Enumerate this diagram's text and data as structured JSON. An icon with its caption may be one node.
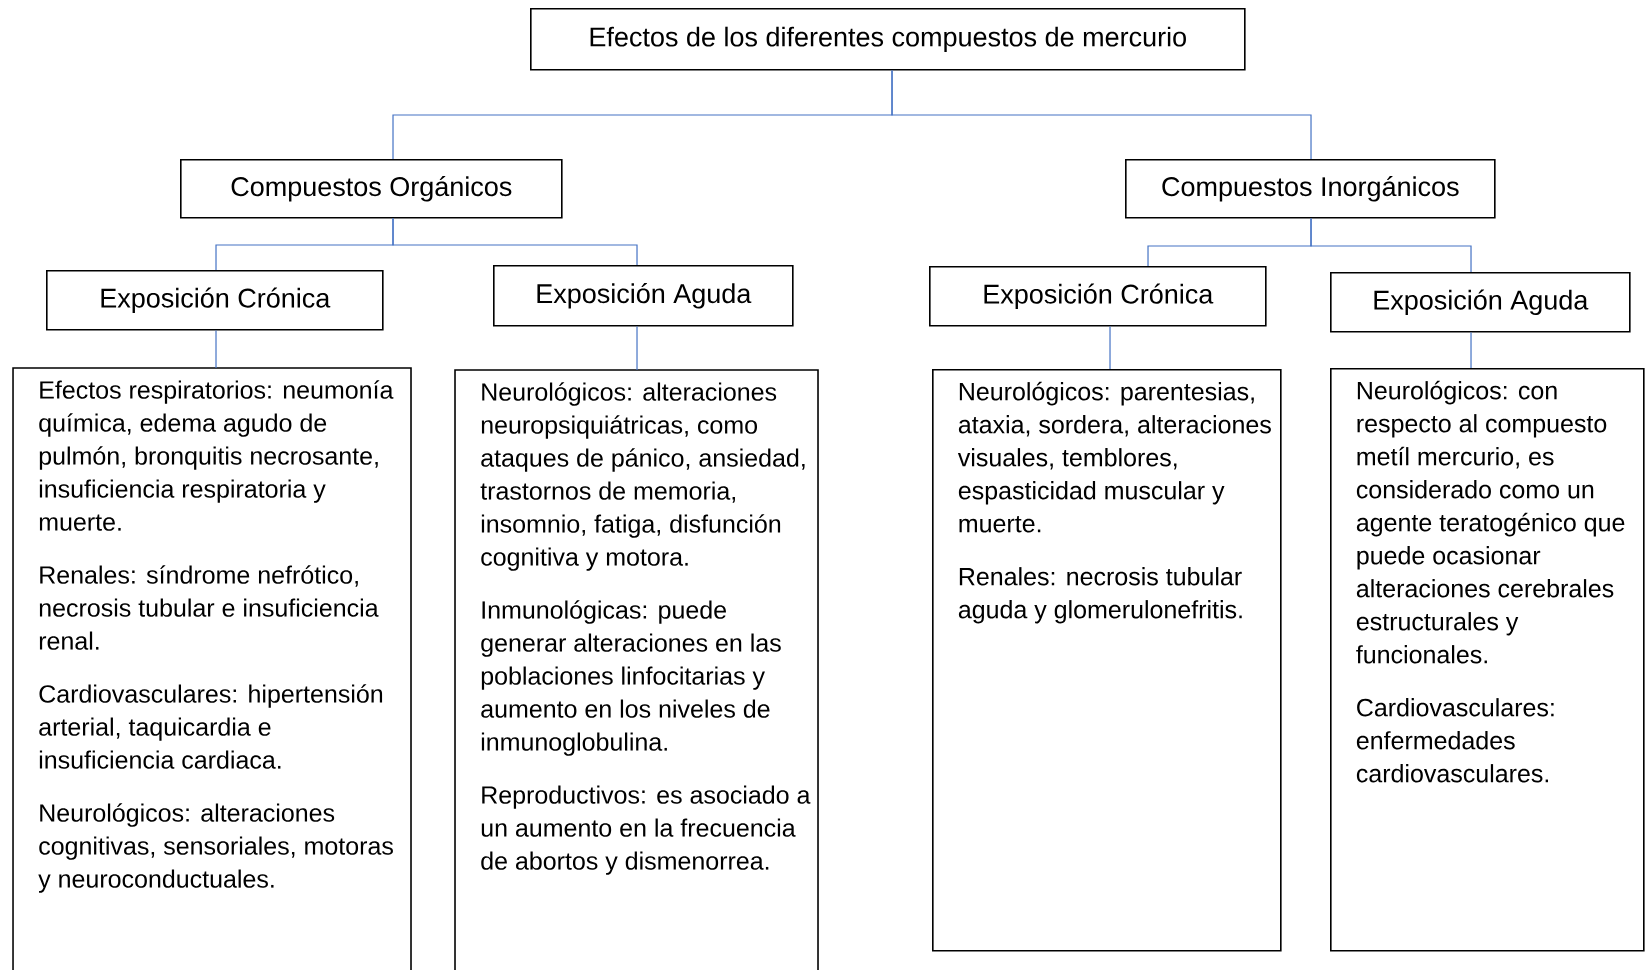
{
  "diagram": {
    "nodes": [
      {
        "text": [
          "Efectos de los diferentes compuestos de mercurio"
        ]
      },
      {
        "text": [
          "Compuestos Orgánicos"
        ]
      },
      {
        "text": [
          "Exposición Crónica"
        ]
      },
      {
        "text": [
          "Exposición Aguda"
        ]
      },
      {
        "text": [
          "Compuestos Inorgánicos"
        ]
      },
      {
        "text": [
          "Exposición Crónica"
        ]
      },
      {
        "text": [
          "Exposición Aguda"
        ]
      },
      {
        "text": [
          "Efectos respiratorios: neumonía química, edema agudo de pulmón, bronquitis necrosante, insuficiencia respiratoria y muerte.",
          "Renales: síndrome nefrótico, necrosis tubular e insuficiencia renal.",
          "Cardiovasculares: hipertensión arterial, taquicardia e insuficiencia cardiaca.",
          "Neurológicos: alteraciones cognitivas, sensoriales, motoras y neuroconductuales."
        ]
      },
      {
        "text": [
          "Neurológicos: alteraciones neuropsiquiátricas, como ataques de pánico, ansiedad, trastornos de memoria, insomnio, fatiga, disfunción cognitiva y motora.",
          "Inmunológicas: puede generar alteraciones en las poblaciones linfocitarias y aumento en los niveles de inmunoglobulina.",
          "Reproductivos: es asociado a un aumento en la frecuencia de abortos y dismenorrea."
        ]
      },
      {
        "text": [
          "Neurológicos: parentesias, ataxia, sordera, alteraciones visuales, temblores, espasticidad muscular y muerte.",
          "Renales: necrosis tubular aguda y glomerulonefritis."
        ]
      },
      {
        "text": [
          "Neurológicos: con respecto al compuesto metíl mercurio, es considerado como un agente teratogénico que puede ocasionar alteraciones cerebrales estructurales y funcionales.",
          "Cardiovasculares: enfermedades cardiovasculares."
        ]
      }
    ],
    "edges": [
      {
        "from": 0,
        "to": 1,
        "arrow": "none"
      },
      {
        "from": 0,
        "to": 4,
        "arrow": "none"
      },
      {
        "from": 1,
        "to": 2,
        "arrow": "none"
      },
      {
        "from": 1,
        "to": 3,
        "arrow": "none"
      },
      {
        "from": 4,
        "to": 5,
        "arrow": "none"
      },
      {
        "from": 4,
        "to": 6,
        "arrow": "none"
      },
      {
        "from": 2,
        "to": 7,
        "arrow": "none"
      },
      {
        "from": 3,
        "to": 8,
        "arrow": "none"
      },
      {
        "from": 5,
        "to": 9,
        "arrow": "none"
      },
      {
        "from": 6,
        "to": 10,
        "arrow": "none"
      }
    ]
  }
}
